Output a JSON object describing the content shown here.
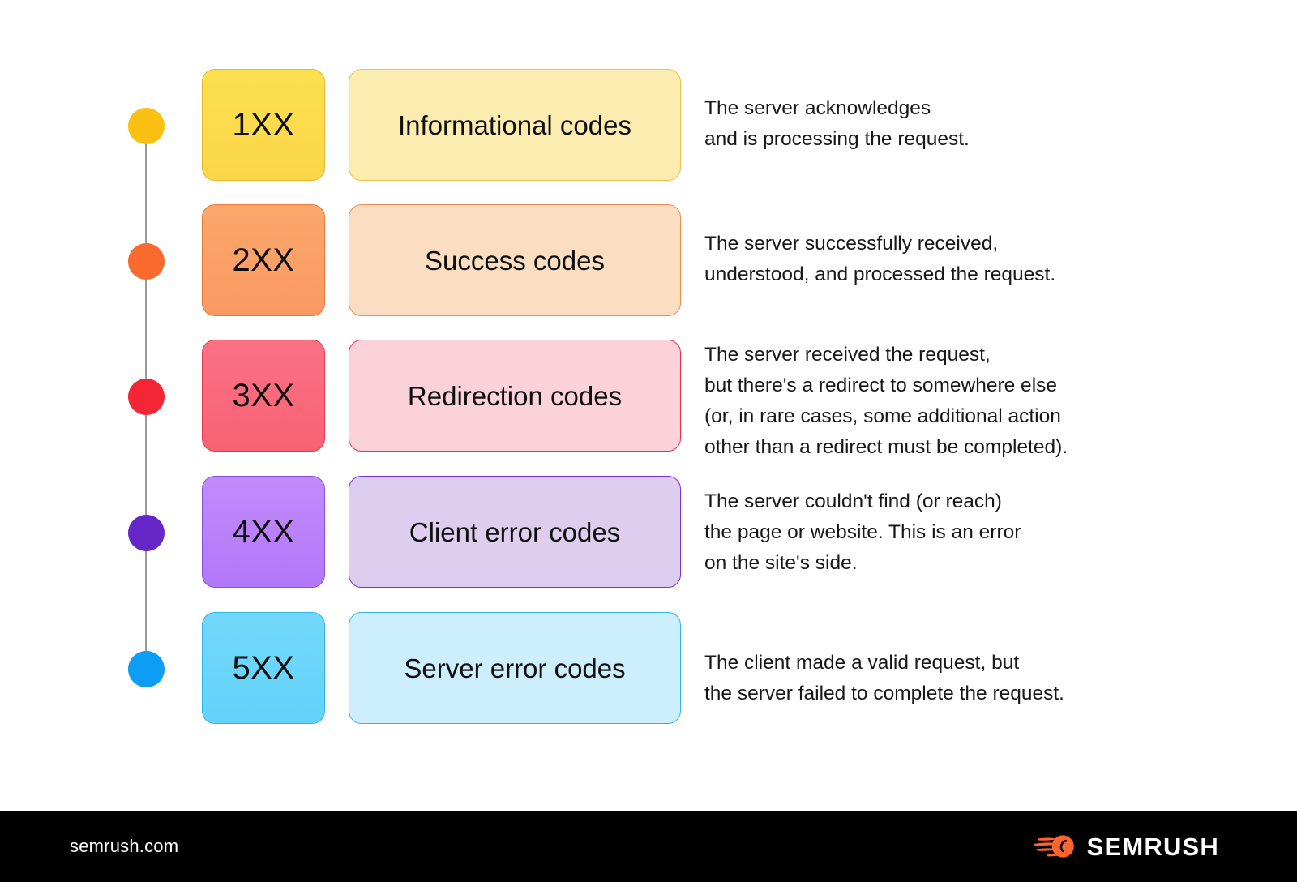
{
  "footer": {
    "site": "semrush.com",
    "brand": "SEMRUSH",
    "brand_color": "#ff642d",
    "background": "#000000"
  },
  "colors": {
    "page_background": "#ffffff",
    "timeline_line": "#9a9a9a",
    "text": "#17171a"
  },
  "rows": [
    {
      "code": "1XX",
      "name": "Informational codes",
      "description": "The server acknowledges\nand is processing the request.",
      "dot_color": "#fbc012",
      "chip_color_top": "#fbe04e",
      "chip_color_bottom": "#fcd64a",
      "chip_border": "#e7b82b",
      "plate_color": "#fdecb0",
      "plate_border": "#f0c24a"
    },
    {
      "code": "2XX",
      "name": "Success codes",
      "description": "The server successfully received,\nunderstood, and processed the request.",
      "dot_color": "#f96a2e",
      "chip_color_top": "#fba76a",
      "chip_color_bottom": "#f99a63",
      "chip_border": "#e8793c",
      "plate_color": "#fbdec2",
      "plate_border": "#ef8c4f"
    },
    {
      "code": "3XX",
      "name": "Redirection codes",
      "description": "The server received the request,\nbut there's a redirect to somewhere else\n(or, in rare cases, some additional action\nother than a redirect must be completed).",
      "dot_color": "#f42534",
      "chip_color_top": "#fb7184",
      "chip_color_bottom": "#f96275",
      "chip_border": "#e63950",
      "plate_color": "#fbd2da",
      "plate_border": "#ed2f4c"
    },
    {
      "code": "4XX",
      "name": "Client error codes",
      "description": "The server couldn't find (or reach)\nthe page or website. This is an error\non the site's side.",
      "dot_color": "#6627c9",
      "chip_color_top": "#c28bfb",
      "chip_color_bottom": "#b277fa",
      "chip_border": "#8b4fe0",
      "plate_color": "#ddcdee",
      "plate_border": "#7a2fdc"
    },
    {
      "code": "5XX",
      "name": "Server error codes",
      "description": "The client made a valid request, but\nthe server failed to complete the request.",
      "dot_color": "#0e9df5",
      "chip_color_top": "#72d8fb",
      "chip_color_bottom": "#63d2fa",
      "chip_border": "#2fb5e8",
      "plate_color": "#cdeefc",
      "plate_border": "#2fb5e8"
    }
  ]
}
